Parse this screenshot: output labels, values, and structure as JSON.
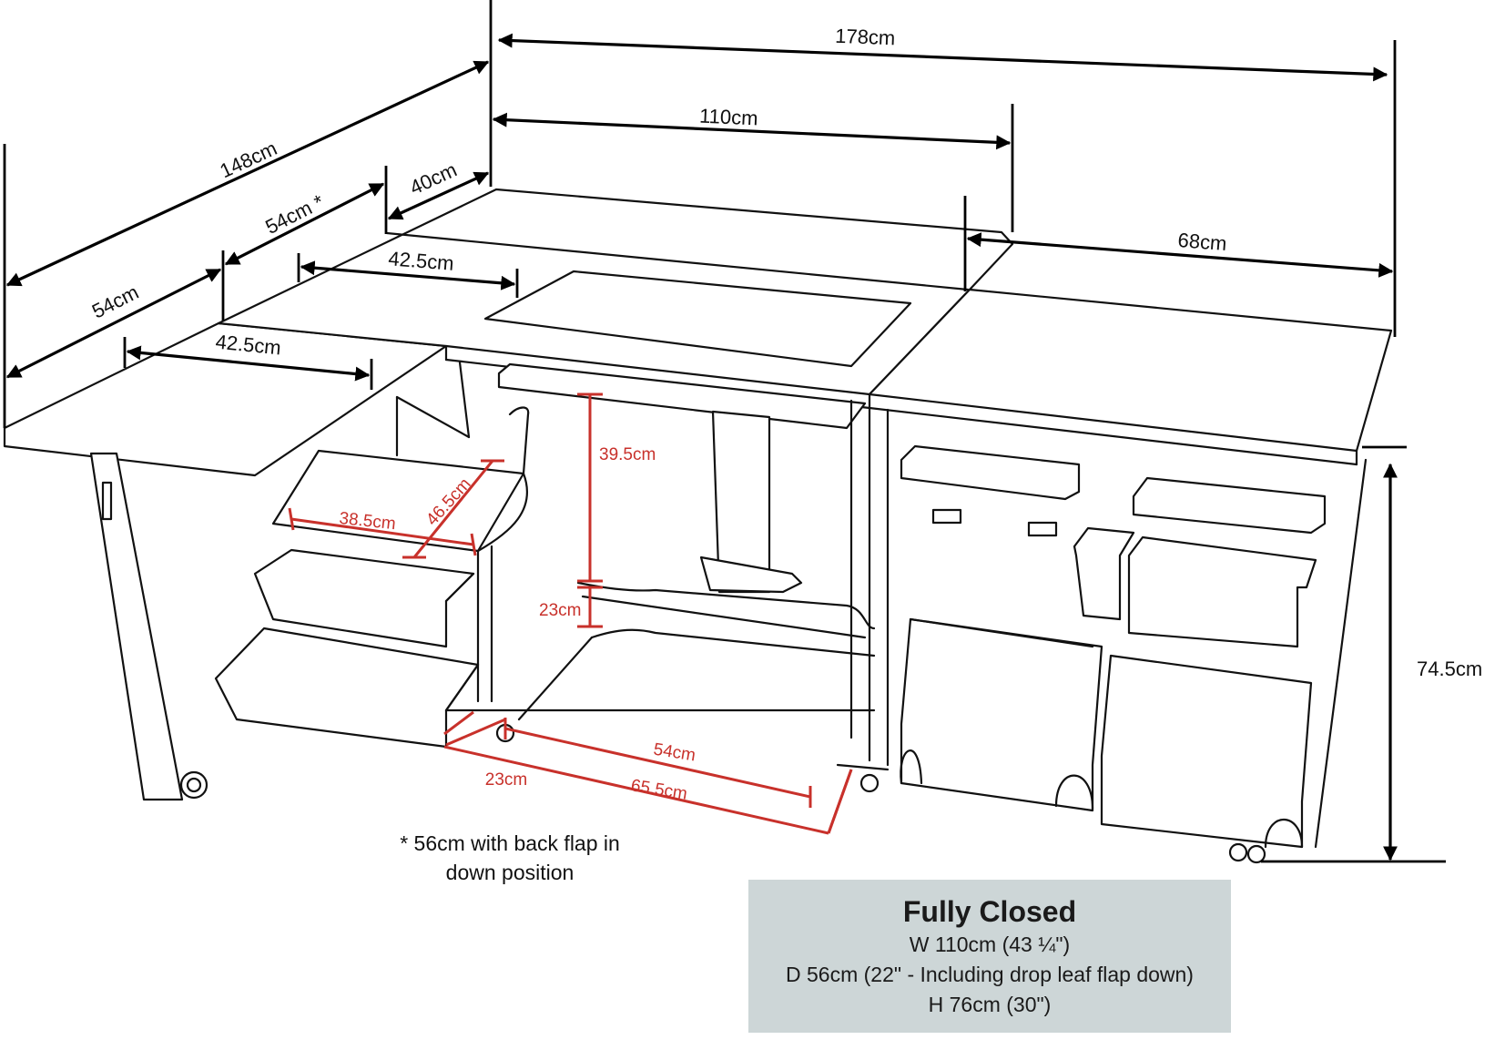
{
  "labels": {
    "d178": "178cm",
    "d148": "148cm",
    "d110": "110cm",
    "d54_star": "54cm *",
    "d40": "40cm",
    "d68": "68cm",
    "d54_left": "54cm",
    "d42_top": "42.5cm",
    "d42_left": "42.5cm",
    "d74": "74.5cm",
    "r39": "39.5cm",
    "r23_mid": "23cm",
    "r38": "38.5cm",
    "r46": "46.5cm",
    "r54": "54cm",
    "r65": "65.5cm",
    "r23_bottom": "23cm"
  },
  "note": {
    "line1": "* 56cm with back flap in",
    "line2": "down position"
  },
  "info": {
    "title": "Fully Closed",
    "width": "W 110cm (43 ¼\")",
    "depth": "D 56cm (22\" - Including drop leaf flap down)",
    "height": "H 76cm (30\")"
  },
  "colors": {
    "outline": "#111111",
    "red_dimension": "#c8312b",
    "info_box_background": "#cdd6d7"
  }
}
